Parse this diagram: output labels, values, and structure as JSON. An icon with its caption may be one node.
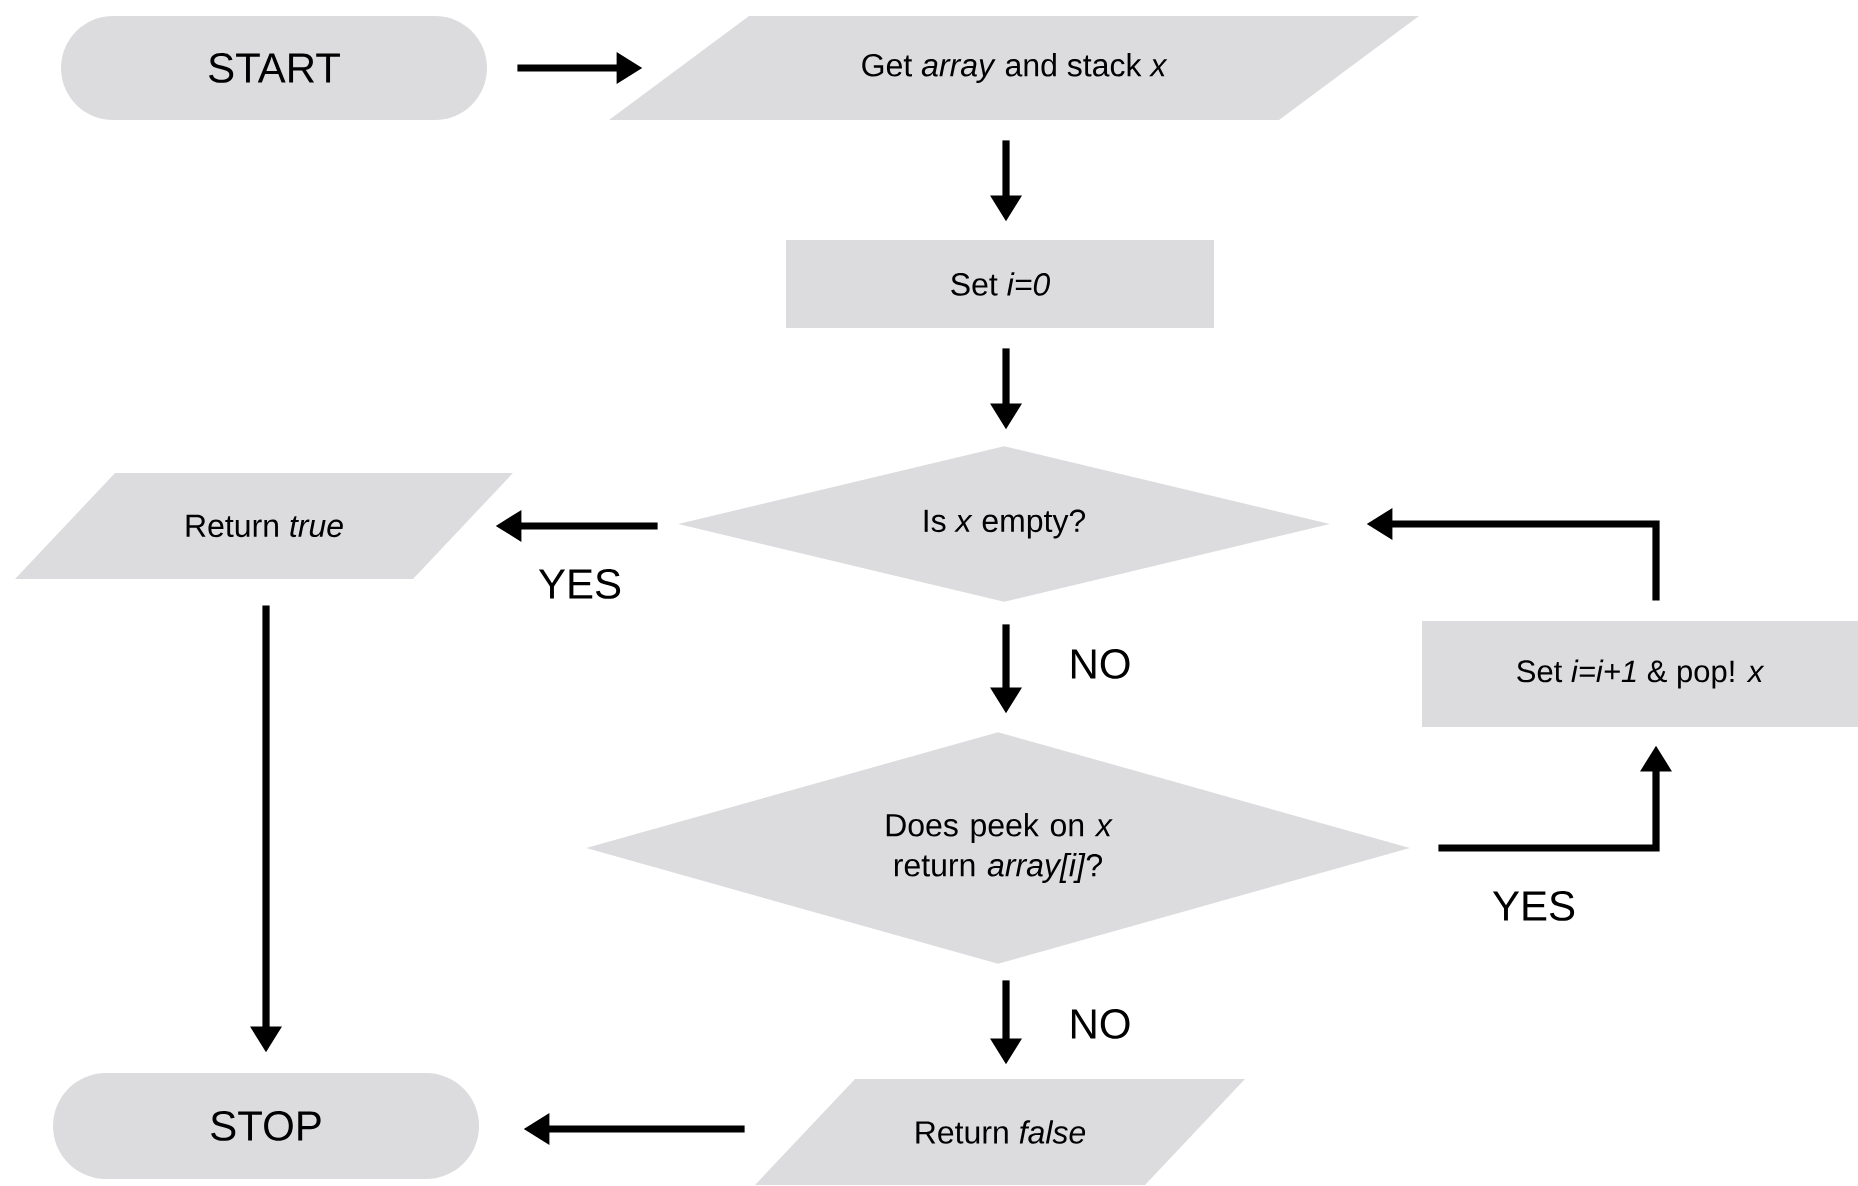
{
  "diagram": {
    "nodes": [
      {
        "text": [
          "START"
        ]
      },
      {
        "text": [
          "Get *array* and stack *x*"
        ]
      },
      {
        "text": [
          "Set *i=0*"
        ]
      },
      {
        "text": [
          "Is *x* empty?"
        ]
      },
      {
        "text": [
          "Return *true*"
        ]
      },
      {
        "text": [
          "Set *i=i+1* & pop! *x*"
        ]
      },
      {
        "text": [
          "Does peek on *x* return *array[i]*?"
        ]
      },
      {
        "text": [
          "Return *false*"
        ]
      },
      {
        "text": [
          "STOP"
        ]
      }
    ],
    "edges": [
      {
        "from": 0,
        "to": 1,
        "arrow": "to"
      },
      {
        "from": 1,
        "to": 2,
        "arrow": "to"
      },
      {
        "from": 2,
        "to": 3,
        "arrow": "to"
      },
      {
        "from": 3,
        "to": 4,
        "arrow": "to",
        "label": "YES"
      },
      {
        "from": 3,
        "to": 6,
        "arrow": "to",
        "label": "NO"
      },
      {
        "from": 6,
        "to": 5,
        "arrow": "to",
        "label": "YES"
      },
      {
        "from": 5,
        "to": 3,
        "arrow": "to"
      },
      {
        "from": 6,
        "to": 7,
        "arrow": "to",
        "label": "NO"
      },
      {
        "from": 4,
        "to": 8,
        "arrow": "to"
      },
      {
        "from": 7,
        "to": 8,
        "arrow": "to"
      }
    ]
  }
}
